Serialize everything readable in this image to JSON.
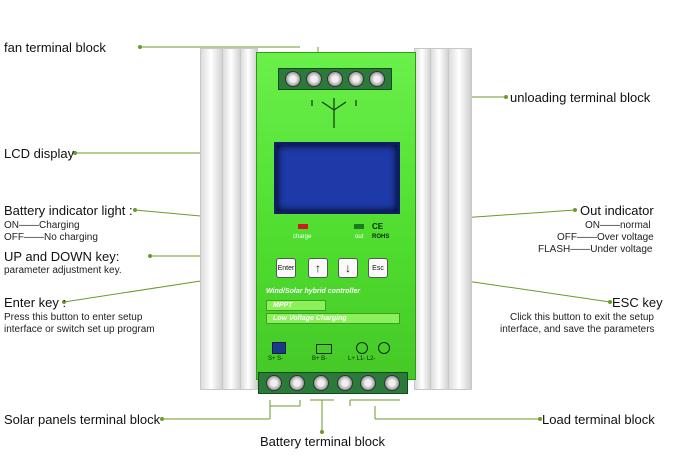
{
  "callouts": {
    "fan": "fan terminal block",
    "unloading": "unloading terminal block",
    "lcd": "LCD display",
    "battery_light": "Battery indicator light :",
    "battery_on": "ON——Charging",
    "battery_off": "OFF——No charging",
    "updown": "UP and DOWN key:",
    "updown_desc": "parameter adjustment key.",
    "enter": "Enter key :",
    "enter_desc1": "Press this button to enter setup",
    "enter_desc2": "interface or switch set up program",
    "solar": "Solar panels terminal block",
    "battery_block": "Battery terminal block",
    "out_indicator": "Out indicator",
    "out_on": "ON——normal",
    "out_off": "OFF——Over voltage",
    "out_flash": "FLASH——Under voltage",
    "esc": "ESC key",
    "esc_desc1": "Click this button to exit the setup",
    "esc_desc2": "interface, and save the parameters",
    "load": "Load terminal block"
  },
  "device": {
    "charge_label": "charge",
    "out_label": "out",
    "ce_mark": "CE",
    "rohs_mark": "ROHS",
    "enter_key": "Enter",
    "up_key": "↑",
    "down_key": "↓",
    "esc_key": "Esc",
    "title": "Wind/Solar hybrid controller",
    "mppt": "MPPT",
    "low_voltage": "Low Voltage Charging",
    "term_solar": "S+   S-",
    "term_batt": "B+   B-",
    "term_load": "L+   L1-   L2-"
  },
  "colors": {
    "panel_green": "#4edc2e",
    "lcd_blue": "#1d3aa8",
    "leader": "#6b9a2a",
    "terminal_green": "#2a7a3a"
  }
}
